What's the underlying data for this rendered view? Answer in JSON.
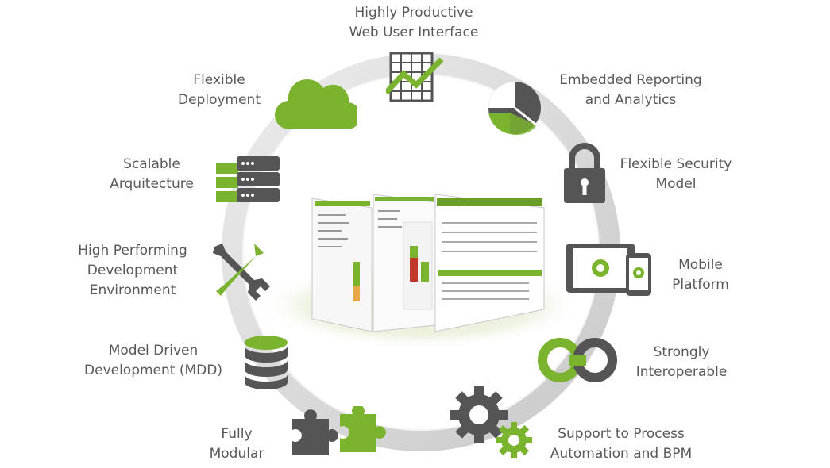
{
  "colors": {
    "green": "#7ab32e",
    "dark": "#4a4a4a",
    "ring": "#d9d9d9",
    "text": "#595959"
  },
  "features": [
    {
      "id": "web-ui",
      "lines": [
        "Highly Productive",
        "Web User Interface"
      ],
      "icon": "chart-grid-icon"
    },
    {
      "id": "reporting",
      "lines": [
        "Embedded Reporting",
        "and Analytics"
      ],
      "icon": "pie-chart-icon"
    },
    {
      "id": "security",
      "lines": [
        "Flexible Security",
        "Model"
      ],
      "icon": "padlock-icon"
    },
    {
      "id": "mobile",
      "lines": [
        "Mobile",
        "Platform"
      ],
      "icon": "tablet-phone-icon"
    },
    {
      "id": "interop",
      "lines": [
        "Strongly",
        "Interoperable"
      ],
      "icon": "infinity-link-icon"
    },
    {
      "id": "bpm",
      "lines": [
        "Support to Process",
        "Automation and BPM"
      ],
      "icon": "gears-icon"
    },
    {
      "id": "modular",
      "lines": [
        "Fully",
        "Modular"
      ],
      "icon": "puzzle-icon"
    },
    {
      "id": "mdd",
      "lines": [
        "Model Driven",
        "Development (MDD)"
      ],
      "icon": "database-icon"
    },
    {
      "id": "dev-env",
      "lines": [
        "High Performing",
        "Development",
        "Environment"
      ],
      "icon": "tools-icon"
    },
    {
      "id": "scalable",
      "lines": [
        "Scalable",
        "Arquitecture"
      ],
      "icon": "servers-icon"
    },
    {
      "id": "deployment",
      "lines": [
        "Flexible",
        "Deployment"
      ],
      "icon": "cloud-icon"
    }
  ]
}
